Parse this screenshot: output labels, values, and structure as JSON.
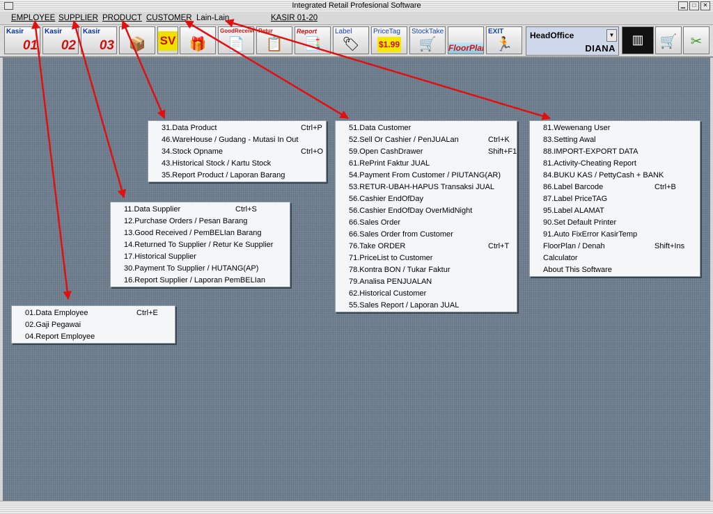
{
  "window": {
    "title": "Integrated Retail Profesional Software"
  },
  "menubar": {
    "items": [
      "EMPLOYEE",
      "SUPPLIER",
      "PRODUCT",
      "CUSTOMER",
      "Lain-Lain"
    ],
    "kasir_label": "KASIR 01-20"
  },
  "toolbar": {
    "buttons": [
      {
        "caption": "Kasir",
        "num": "01",
        "icon": "cashier-icon"
      },
      {
        "caption": "Kasir",
        "num": "02",
        "icon": "cashier-icon"
      },
      {
        "caption": "Kasir",
        "num": "03",
        "icon": "cashier-icon"
      },
      {
        "caption": "",
        "glyph": "📦",
        "icon": "stock-icon"
      },
      {
        "caption": "",
        "glyph": "SV",
        "icon": "sv-icon"
      },
      {
        "caption": "",
        "glyph": "🎁",
        "icon": "product-icon"
      },
      {
        "caption": "GoodReceived",
        "glyph": "📄",
        "icon": "good-received-icon"
      },
      {
        "caption": "Retur",
        "glyph": "📋",
        "icon": "retur-icon"
      },
      {
        "caption": "Report",
        "glyph": "📑",
        "icon": "report-icon"
      },
      {
        "caption": "Label",
        "glyph": "🏷",
        "icon": "label-icon"
      },
      {
        "caption": "PriceTag",
        "glyph": "$1.99",
        "icon": "pricetag-icon"
      },
      {
        "caption": "StockTake",
        "glyph": "🛒",
        "icon": "stocktake-icon"
      },
      {
        "caption": "",
        "glyph": "FloorPlan",
        "icon": "floorplan-icon"
      },
      {
        "caption": "EXIT",
        "glyph": "🏃",
        "icon": "exit-icon"
      }
    ],
    "combo": {
      "value": "HeadOffice",
      "user": "DIANA"
    }
  },
  "menus": {
    "product": [
      {
        "label": "31.Data Product",
        "shortcut": "Ctrl+P"
      },
      {
        "label": "46.WareHouse / Gudang - Mutasi In Out",
        "shortcut": ""
      },
      {
        "label": "34.Stock Opname",
        "shortcut": "Ctrl+O"
      },
      {
        "label": "43.Historical Stock / Kartu Stock",
        "shortcut": ""
      },
      {
        "label": "35.Report Product / Laporan Barang",
        "shortcut": ""
      }
    ],
    "supplier": [
      {
        "label": "11.Data Supplier",
        "shortcut": "Ctrl+S"
      },
      {
        "label": "12.Purchase Orders / Pesan Barang",
        "shortcut": ""
      },
      {
        "label": "13.Good Received / PemBELIan Barang",
        "shortcut": ""
      },
      {
        "label": "14.Returned To Supplier / Retur Ke Supplier",
        "shortcut": ""
      },
      {
        "label": "17.Historical Supplier",
        "shortcut": ""
      },
      {
        "label": "30.Payment To Supplier / HUTANG(AP)",
        "shortcut": ""
      },
      {
        "label": "16.Report Supplier / Laporan PemBELIan",
        "shortcut": ""
      }
    ],
    "employee": [
      {
        "label": "01.Data Employee",
        "shortcut": "Ctrl+E"
      },
      {
        "label": "02.Gaji Pegawai",
        "shortcut": ""
      },
      {
        "label": "04.Report Employee",
        "shortcut": ""
      }
    ],
    "customer": [
      {
        "label": "51.Data Customer",
        "shortcut": ""
      },
      {
        "label": "52.Sell Or Cashier / PenJUALan",
        "shortcut": "Ctrl+K"
      },
      {
        "label": "59.Open CashDrawer",
        "shortcut": "Shift+F1"
      },
      {
        "label": "61.RePrint Faktur JUAL",
        "shortcut": ""
      },
      {
        "label": "54.Payment From Customer / PIUTANG(AR)",
        "shortcut": ""
      },
      {
        "label": "53.RETUR-UBAH-HAPUS Transaksi JUAL",
        "shortcut": ""
      },
      {
        "label": "56.Cashier EndOfDay",
        "shortcut": ""
      },
      {
        "label": "56.Cashier EndOfDay OverMidNight",
        "shortcut": ""
      },
      {
        "label": "66.Sales Order",
        "shortcut": ""
      },
      {
        "label": "66.Sales Order from Customer",
        "shortcut": ""
      },
      {
        "label": "76.Take ORDER",
        "shortcut": "Ctrl+T"
      },
      {
        "label": "71.PriceList to Customer",
        "shortcut": ""
      },
      {
        "label": "78.Kontra BON / Tukar Faktur",
        "shortcut": ""
      },
      {
        "label": "79.Analisa PENJUALAN",
        "shortcut": ""
      },
      {
        "label": "62.Historical Customer",
        "shortcut": ""
      },
      {
        "label": "55.Sales Report / Laporan JUAL",
        "shortcut": ""
      }
    ],
    "lainlain": [
      {
        "label": "81.Wewenang User",
        "shortcut": ""
      },
      {
        "label": "83.Setting Awal",
        "shortcut": ""
      },
      {
        "label": "88.IMPORT-EXPORT DATA",
        "shortcut": ""
      },
      {
        "label": "81.Activity-Cheating Report",
        "shortcut": ""
      },
      {
        "label": "84.BUKU KAS / PettyCash + BANK",
        "shortcut": ""
      },
      {
        "label": "86.Label Barcode",
        "shortcut": "Ctrl+B"
      },
      {
        "label": "87.Label PriceTAG",
        "shortcut": ""
      },
      {
        "label": "95.Label ALAMAT",
        "shortcut": ""
      },
      {
        "label": "90.Set Default Printer",
        "shortcut": ""
      },
      {
        "label": "91.Auto FixError KasirTemp",
        "shortcut": ""
      },
      {
        "label": "FloorPlan / Denah",
        "shortcut": "Shift+Ins"
      },
      {
        "label": "Calculator",
        "shortcut": ""
      },
      {
        "label": "About This Software",
        "shortcut": ""
      }
    ]
  },
  "colors": {
    "arrow": "#e01010",
    "desktop": "#6f7f8f",
    "menu_bg": "#f4f6f8",
    "combo_bg": "#cfd8ea"
  }
}
